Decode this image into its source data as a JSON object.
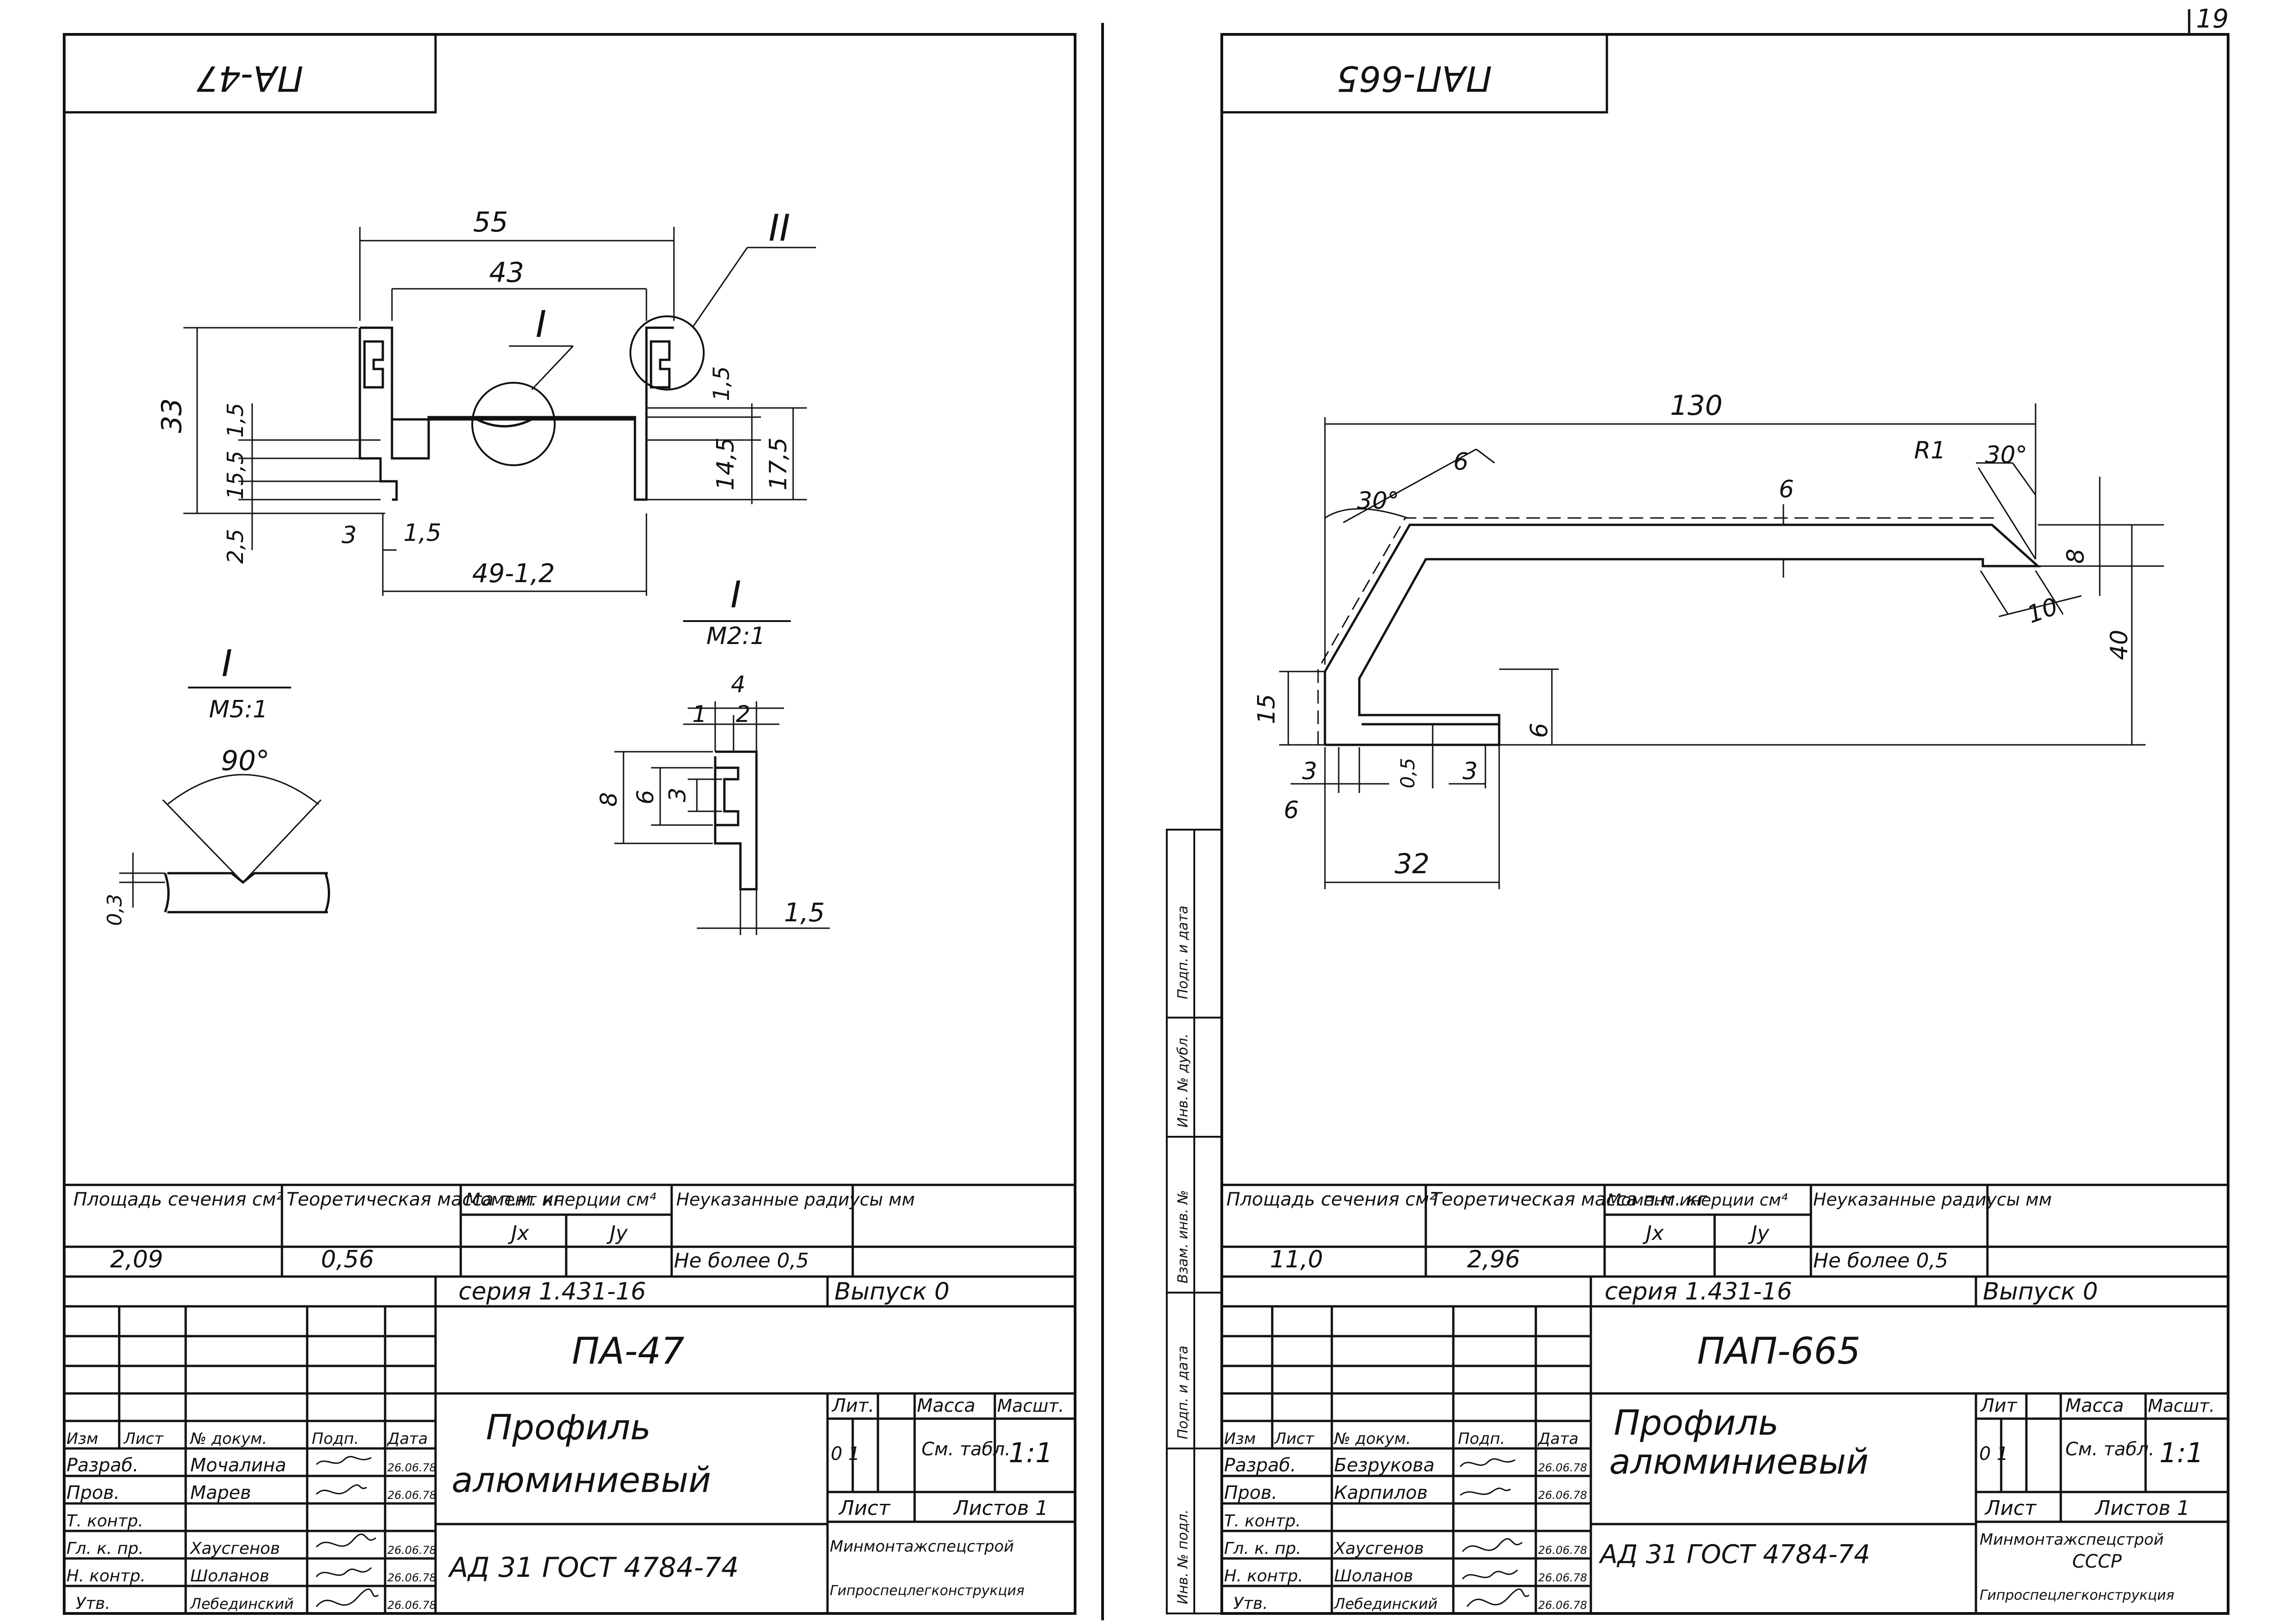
{
  "page_number": "19",
  "left": {
    "stamp": "ПА-47",
    "roman_1": "I",
    "roman_2": "II",
    "dims": {
      "d55": "55",
      "d43": "43",
      "d33": "33",
      "d15a": "1,5",
      "d155": "15,5",
      "d25": "2,5",
      "d3": "3",
      "d15b": "1,5",
      "d4912": "49-1,2",
      "d15c": "1,5",
      "d145": "14,5",
      "d175": "17,5"
    },
    "detail_1": {
      "label": "I",
      "scale": "M5:1",
      "angle": "90°",
      "depth": "0,3"
    },
    "detail_2": {
      "label": "I",
      "scale": "M2:1",
      "d4": "4",
      "d1": "1",
      "d2": "2",
      "d8": "8",
      "d6": "6",
      "d3": "3",
      "d15": "1,5"
    },
    "props": {
      "area_header": "Площадь сечения см²",
      "mass_header": "Теоретическая масса п.м. кг",
      "inertia_header": "Момент инерции см⁴",
      "ix": "Jx",
      "iy": "Jy",
      "radii_header": "Неуказанные радиусы мм",
      "area": "2,09",
      "mass": "0,56",
      "radii": "Не более 0,5"
    },
    "series": "серия 1.431-16",
    "issue": "Выпуск 0",
    "code": "ПА-47",
    "title_line1": "Профиль",
    "title_line2": "алюминиевый",
    "material": "АД 31 ГОСТ 4784-74",
    "col_lit": "Лит.",
    "col_mass": "Масса",
    "col_scale": "Масшт.",
    "lit_value": "0 1",
    "mass_value": "См. табл.",
    "scale_value": "1:1",
    "sheet": "Лист",
    "sheets": "Листов 1",
    "org_1": "Минмонтажспецстрой",
    "org_2": "Гипроспецлегконструкция",
    "hdr": [
      "Изм",
      "Лист",
      "№ докум.",
      "Подп.",
      "Дата"
    ],
    "staff": [
      {
        "role": "Разраб.",
        "name": "Мочалина",
        "date": "26.06.78"
      },
      {
        "role": "Пров.",
        "name": "Марев",
        "date": "26.06.78"
      },
      {
        "role": "Т. контр.",
        "name": "",
        "date": ""
      },
      {
        "role": "Гл. к. пр.",
        "name": "Хаусгенов",
        "date": "26.06.78"
      },
      {
        "role": "Н. контр.",
        "name": "Шоланов",
        "date": "26.06.78"
      },
      {
        "role": "Утв.",
        "name": "Лебединский",
        "date": "26.06.78"
      }
    ]
  },
  "right": {
    "stamp": "ПАП-665",
    "dims": {
      "d130": "130",
      "d30a": "30°",
      "d6a": "6",
      "d6b": "6",
      "r1": "R1",
      "d30b": "30°",
      "d8": "8",
      "d10": "10",
      "d40": "40",
      "d15": "15",
      "d6c": "6",
      "d3a": "3",
      "d05": "0,5",
      "d3b": "3",
      "d6d": "6",
      "d32": "32"
    },
    "side_stamps": [
      "Подп. и дата",
      "Инв. № дубл.",
      "Взам. инв. №",
      "Подп. и дата",
      "Инв. № подл."
    ],
    "props": {
      "area_header": "Площадь сечения см²",
      "mass_header": "Теоретическая масса п.м. кг",
      "inertia_header": "Момент инерции см⁴",
      "ix": "Jx",
      "iy": "Jy",
      "radii_header": "Неуказанные радиусы мм",
      "area": "11,0",
      "mass": "2,96",
      "radii": "Не более 0,5"
    },
    "series": "серия 1.431-16",
    "issue": "Выпуск 0",
    "code": "ПАП-665",
    "title_line1": "Профиль",
    "title_line2": "алюминиевый",
    "material": "АД 31 ГОСТ 4784-74",
    "col_lit": "Лит",
    "col_mass": "Масса",
    "col_scale": "Масшт.",
    "lit_value": "0 1",
    "mass_value": "См. табл.",
    "scale_value": "1:1",
    "sheet": "Лист",
    "sheets": "Листов 1",
    "org_1": "Минмонтажспецстрой",
    "org_2": "СССР",
    "org_3": "Гипроспецлегконструкция",
    "hdr": [
      "Изм",
      "Лист",
      "№ докум.",
      "Подп.",
      "Дата"
    ],
    "staff": [
      {
        "role": "Разраб.",
        "name": "Безрукова",
        "date": "26.06.78"
      },
      {
        "role": "Пров.",
        "name": "Карпилов",
        "date": "26.06.78"
      },
      {
        "role": "Т. контр.",
        "name": "",
        "date": ""
      },
      {
        "role": "Гл. к. пр.",
        "name": "Хаусгенов",
        "date": "26.06.78"
      },
      {
        "role": "Н. контр.",
        "name": "Шоланов",
        "date": "26.06.78"
      },
      {
        "role": "Утв.",
        "name": "Лебединский",
        "date": "26.06.78"
      }
    ]
  }
}
